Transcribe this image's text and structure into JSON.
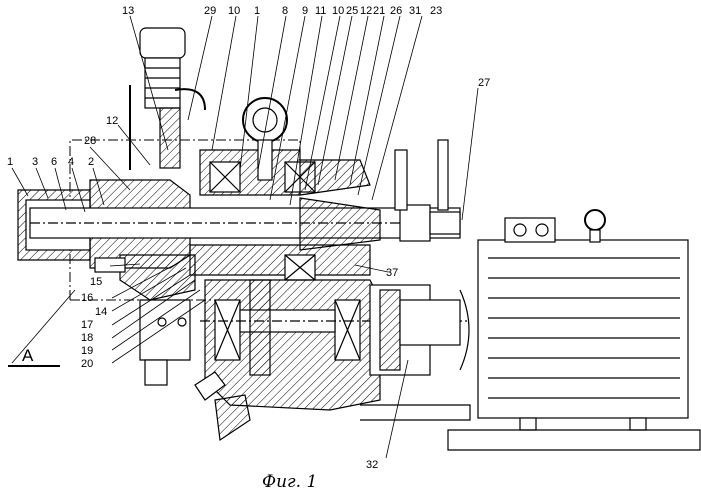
{
  "caption": "Фиг. 1",
  "section_label": "A",
  "callouts": {
    "c1_left": "1",
    "c3": "3",
    "c6": "6",
    "c4": "4",
    "c2": "2",
    "c28": "28",
    "c12_left": "12",
    "c13": "13",
    "c29": "29",
    "c10_a": "10",
    "c1_top": "1",
    "c8": "8",
    "c9": "9",
    "c11": "11",
    "c10_b": "10",
    "c25": "25",
    "c12_top": "12",
    "c21": "21",
    "c26": "26",
    "c31": "31",
    "c23": "23",
    "c27": "27",
    "c37": "37",
    "c15": "15",
    "c16": "16",
    "c14": "14",
    "c17": "17",
    "c18": "18",
    "c19": "19",
    "c20": "20",
    "c32": "32"
  }
}
